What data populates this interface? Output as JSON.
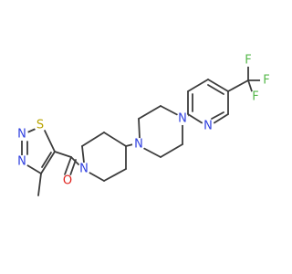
{
  "atoms": {
    "thiadiazole_S": {
      "label": "S",
      "color": "#b8a300"
    },
    "thiadiazole_N2": {
      "label": "N",
      "color": "#2f3fe0"
    },
    "thiadiazole_N3": {
      "label": "N",
      "color": "#2f3fe0"
    },
    "carbonyl_O": {
      "label": "O",
      "color": "#e0201b"
    },
    "piperidine_N": {
      "label": "N",
      "color": "#2f3fe0"
    },
    "piperazine_N1": {
      "label": "N",
      "color": "#2f3fe0"
    },
    "piperazine_N4": {
      "label": "N",
      "color": "#2f3fe0"
    },
    "pyridine_N": {
      "label": "N",
      "color": "#2f3fe0"
    },
    "fluorine_1": {
      "label": "F",
      "color": "#55b84a"
    },
    "fluorine_2": {
      "label": "F",
      "color": "#55b84a"
    },
    "fluorine_3": {
      "label": "F",
      "color": "#55b84a"
    }
  },
  "bond_color": "#3c3c3c"
}
